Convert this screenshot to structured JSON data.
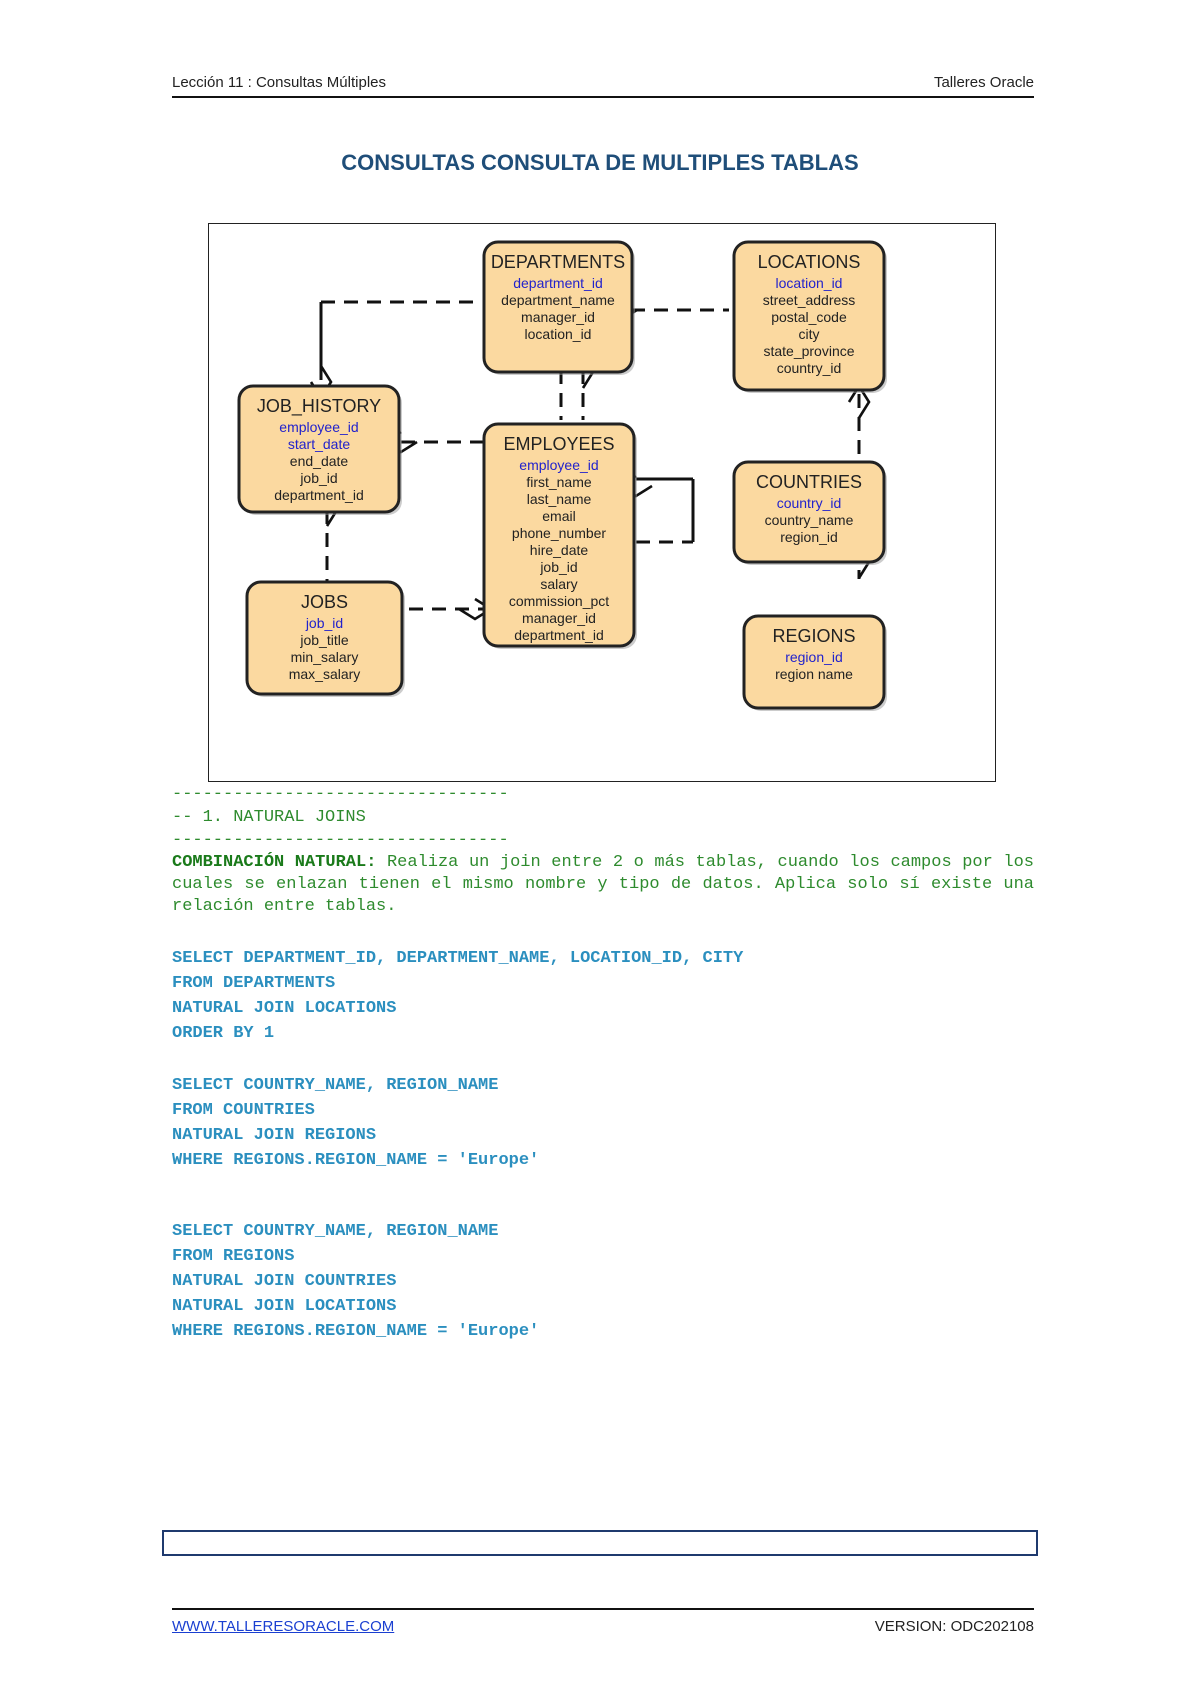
{
  "header": {
    "left": "Lección 11 : Consultas Múltiples",
    "right": "Talleres Oracle"
  },
  "title": "CONSULTAS  CONSULTA DE MULTIPLES TABLAS",
  "diagram": {
    "entities": {
      "departments": {
        "name": "DEPARTMENTS",
        "keys": [
          "department_id"
        ],
        "fields": [
          "department_name",
          "manager_id",
          "location_id"
        ]
      },
      "locations": {
        "name": "LOCATIONS",
        "keys": [
          "location_id"
        ],
        "fields": [
          "street_address",
          "postal_code",
          "city",
          "state_province",
          "country_id"
        ]
      },
      "job_history": {
        "name": "JOB_HISTORY",
        "keys": [
          "employee_id",
          "start_date"
        ],
        "fields": [
          "end_date",
          "job_id",
          "department_id"
        ]
      },
      "employees": {
        "name": "EMPLOYEES",
        "keys": [
          "employee_id"
        ],
        "fields": [
          "first_name",
          "last_name",
          "email",
          "phone_number",
          "hire_date",
          "job_id",
          "salary",
          "commission_pct",
          "manager_id",
          "department_id"
        ]
      },
      "countries": {
        "name": "COUNTRIES",
        "keys": [
          "country_id"
        ],
        "fields": [
          "country_name",
          "region_id"
        ]
      },
      "jobs": {
        "name": "JOBS",
        "keys": [
          "job_id"
        ],
        "fields": [
          "job_title",
          "min_salary",
          "max_salary"
        ]
      },
      "regions": {
        "name": "REGIONS",
        "keys": [
          "region_id"
        ],
        "fields": [
          "region name"
        ]
      }
    },
    "colors": {
      "fill": "#fbd9a0",
      "border": "#222222",
      "key_text": "#2222cc",
      "text": "#222222"
    }
  },
  "section": {
    "divider": "---------------------------------",
    "heading": "-- 1. NATURAL JOINS",
    "desc_label": "COMBINACIÓN NATURAL:",
    "desc_text": " Realiza un join entre 2 o más tablas, cuando los campos por los  cuales se enlazan tienen el mismo nombre y tipo de datos. Aplica solo sí existe una relación entre tablas."
  },
  "queries": [
    [
      "SELECT DEPARTMENT_ID, DEPARTMENT_NAME, LOCATION_ID, CITY",
      "FROM DEPARTMENTS",
      "NATURAL JOIN LOCATIONS",
      "ORDER BY 1"
    ],
    [
      "SELECT COUNTRY_NAME, REGION_NAME",
      "FROM COUNTRIES",
      "NATURAL JOIN REGIONS",
      "WHERE REGIONS.REGION_NAME = 'Europe'"
    ],
    [
      "SELECT COUNTRY_NAME, REGION_NAME",
      "FROM REGIONS",
      "NATURAL JOIN COUNTRIES",
      "NATURAL JOIN LOCATIONS",
      "WHERE REGIONS.REGION_NAME = 'Europe'"
    ]
  ],
  "footer": {
    "left": "WWW.TALLERESORACLE.COM",
    "right": "VERSION: ODC202108"
  }
}
